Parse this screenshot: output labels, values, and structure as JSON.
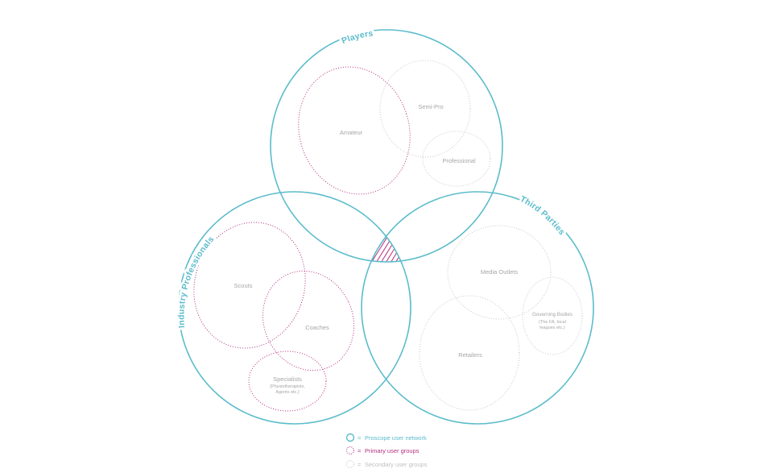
{
  "colors": {
    "network": "#5bbccb",
    "primary": "#b4307e",
    "secondary": "#c8c8c8",
    "label": "#a6a6a6"
  },
  "networks": {
    "players": "Players",
    "industry": "Industry Professionals",
    "third": "Third Parties"
  },
  "groups": {
    "amateur": "Amateur",
    "semi_pro": "Semi-Pro",
    "professional": "Professional",
    "scouts": "Scouts",
    "coaches": "Coaches",
    "specialists": "Specialists",
    "specialists_note_1": "(Physiotherapists,",
    "specialists_note_2": "Agents etc.)",
    "media": "Media Outlets",
    "retailers": "Retailers",
    "governing": "Governing Bodies",
    "governing_note_1": "(The FA, local",
    "governing_note_2": "leagues etc.)"
  },
  "legend": {
    "equals": "=",
    "network": "Proscope user network",
    "primary": "Primary user groups",
    "secondary": "Secondary user groups"
  }
}
